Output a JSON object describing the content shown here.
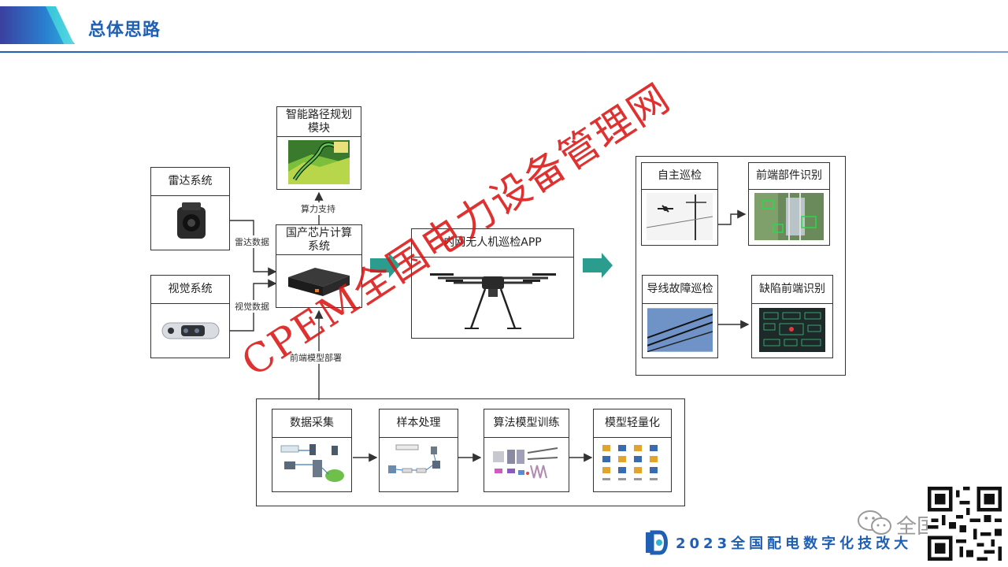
{
  "header": {
    "title": "总体思路"
  },
  "diagram": {
    "path_planning": {
      "label": "智能路径规划\n模块"
    },
    "radar": {
      "label": "雷达系统"
    },
    "vision": {
      "label": "视觉系统"
    },
    "chip": {
      "label": "国产芯片计算\n系统"
    },
    "app": {
      "label": "内网无人机巡检APP"
    },
    "autonomous": {
      "label": "自主巡检"
    },
    "front_parts": {
      "label": "前端部件识别"
    },
    "wire_fault": {
      "label": "导线故障巡检"
    },
    "defect_front": {
      "label": "缺陷前端识别"
    },
    "data_collect": {
      "label": "数据采集"
    },
    "sample_proc": {
      "label": "样本处理"
    },
    "algo_train": {
      "label": "算法模型训练"
    },
    "model_light": {
      "label": "模型轻量化"
    },
    "edges": {
      "compute_support": "算力支持",
      "radar_data": "雷达数据",
      "vision_data": "视觉数据",
      "front_deploy": "前端模型部署"
    }
  },
  "watermark": "CPEM全国电力设备管理网",
  "footer": {
    "text": "2023全国配电数字化技改大",
    "wechat_name": "全国"
  },
  "colors": {
    "accent": "#1f5fb4",
    "teal_arrow": "#2a9d8f",
    "watermark": "#dc1414"
  }
}
